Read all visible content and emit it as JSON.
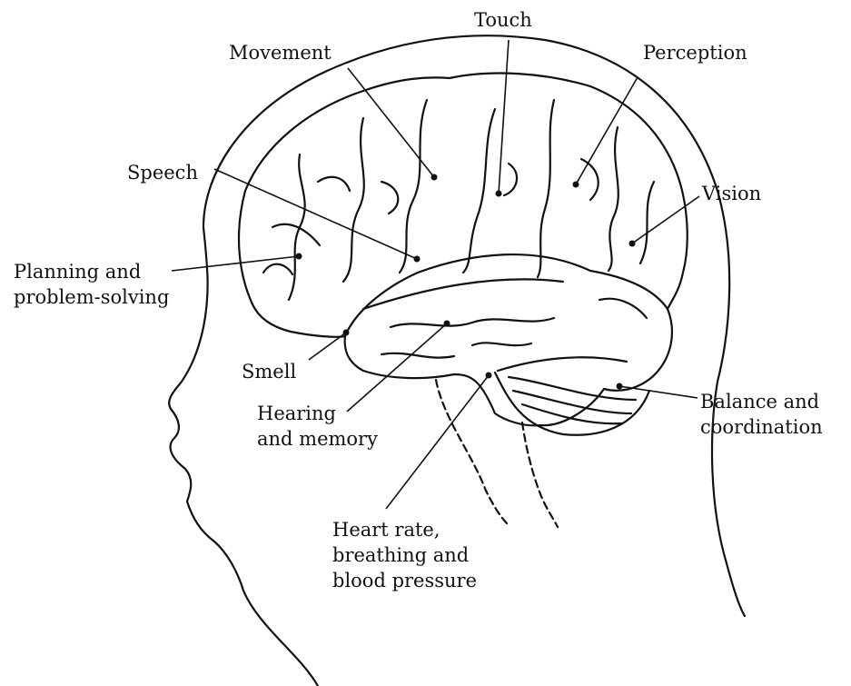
{
  "diagram": {
    "labels": {
      "touch": [
        "Touch"
      ],
      "movement": [
        "Movement"
      ],
      "perception": [
        "Perception"
      ],
      "speech": [
        "Speech"
      ],
      "vision": [
        "Vision"
      ],
      "planning": [
        "Planning and",
        "problem-solving"
      ],
      "smell": [
        "Smell"
      ],
      "hearing": [
        "Hearing",
        "and memory"
      ],
      "balance": [
        "Balance and",
        "coordination"
      ],
      "heart": [
        "Heart rate,",
        "breathing and",
        "blood pressure"
      ]
    },
    "colors": {
      "ink": "#111111",
      "background": "#ffffff"
    }
  }
}
